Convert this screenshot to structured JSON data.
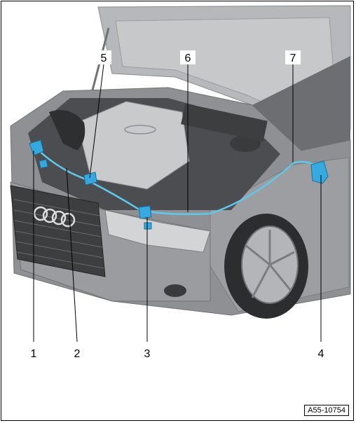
{
  "callouts": [
    "1",
    "2",
    "3",
    "4",
    "5",
    "6",
    "7"
  ],
  "figure_ref": "A55-10754",
  "colors": {
    "car_body": "#8e9093",
    "car_dark": "#5f6164",
    "car_light": "#b8babd",
    "engine": "#c9cacc",
    "harness": "#5fc8ec",
    "component": "#35a9e0",
    "grille": "#3d3e40"
  }
}
